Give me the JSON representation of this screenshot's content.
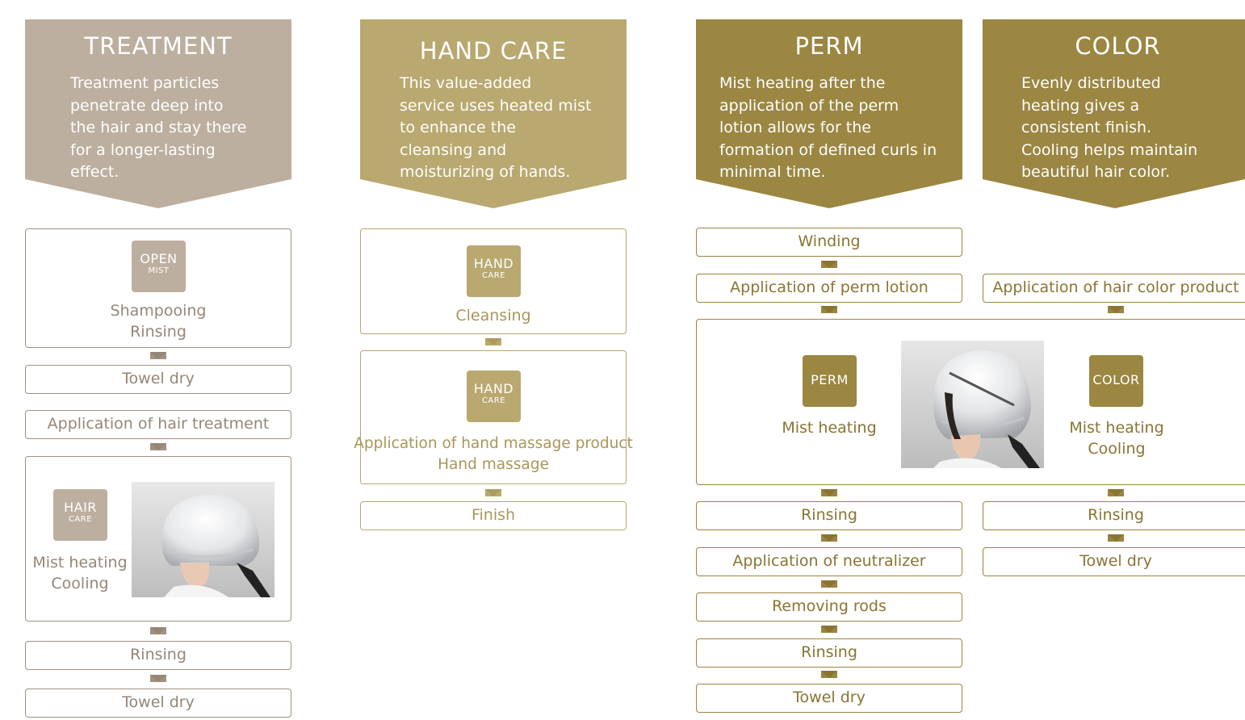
{
  "colors": {
    "treatment": "#bdaf9f",
    "hand_care": "#b9a86f",
    "perm": "#9b8642",
    "color": "#9b8642"
  },
  "treatment": {
    "title": "TREATMENT",
    "description": "Treatment particles\npenetrate deep into\nthe hair and stay there\nfor a longer-lasting\neffect.",
    "steps": {
      "open_badge": {
        "line1": "OPEN",
        "line2": "MIST"
      },
      "first_box_text": "Shampooing\nRinsing",
      "towel_dry_1": "Towel dry",
      "application": "Application of hair treatment",
      "hair_badge": {
        "line1": "HAIR",
        "line2": "CARE"
      },
      "heating_text": "Mist heating\nCooling",
      "rinsing": "Rinsing",
      "towel_dry_2": "Towel dry"
    }
  },
  "hand_care": {
    "title": "HAND CARE",
    "description": "This value-added\nservice uses heated mist\nto enhance the\ncleansing and\nmoisturizing of hands.",
    "steps": {
      "badge1": {
        "line1": "HAND",
        "line2": "CARE"
      },
      "cleansing": "Cleansing",
      "badge2": {
        "line1": "HAND",
        "line2": "CARE"
      },
      "massage_text": "Application of hand massage product\nHand massage",
      "finish": "Finish"
    }
  },
  "perm": {
    "title": "PERM",
    "description": "Mist heating after the\napplication of the perm\nlotion allows for the\nformation of defined curls in\nminimal time.",
    "steps": {
      "winding": "Winding",
      "application": "Application of perm lotion",
      "badge": {
        "line1": "PERM"
      },
      "heating_text": "Mist heating",
      "rinsing_1": "Rinsing",
      "neutralizer": "Application of neutralizer",
      "removing_rods": "Removing rods",
      "rinsing_2": "Rinsing",
      "towel_dry": "Towel dry"
    }
  },
  "color": {
    "title": "COLOR",
    "description": "Evenly distributed\nheating gives a\nconsistent finish.\nCooling helps maintain\nbeautiful hair color.",
    "steps": {
      "application": "Application of hair color product",
      "badge": {
        "line1": "COLOR"
      },
      "heating_text": "Mist heating\nCooling",
      "rinsing": "Rinsing",
      "towel_dry": "Towel dry"
    }
  }
}
